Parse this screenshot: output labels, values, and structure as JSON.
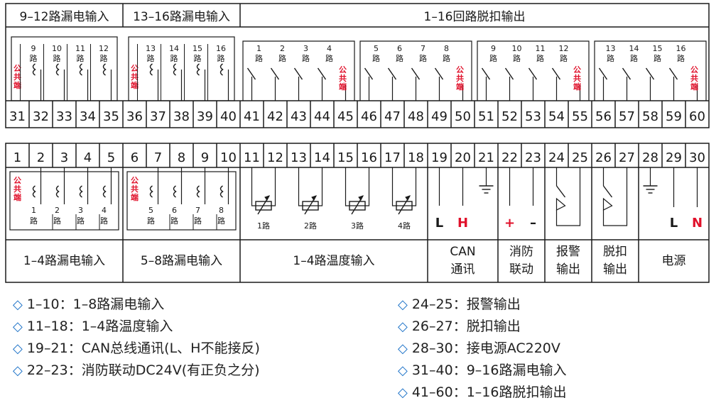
{
  "top": {
    "groups": [
      {
        "label": "9–12路漏电输入"
      },
      {
        "label": "13–16路漏电输入"
      },
      {
        "label": "1–16回路脱扣输出"
      }
    ],
    "terminals": [
      "31",
      "32",
      "33",
      "34",
      "35",
      "36",
      "37",
      "38",
      "39",
      "40",
      "41",
      "42",
      "43",
      "44",
      "45",
      "46",
      "47",
      "48",
      "49",
      "50",
      "51",
      "52",
      "53",
      "54",
      "55",
      "56",
      "57",
      "58",
      "59",
      "60"
    ],
    "leak_numbers": [
      "9",
      "10",
      "11",
      "12",
      "13",
      "14",
      "15",
      "16"
    ],
    "trip_numbers": [
      "1",
      "2",
      "3",
      "4",
      "5",
      "6",
      "7",
      "8",
      "9",
      "10",
      "11",
      "12",
      "13",
      "14",
      "15",
      "16"
    ],
    "route_char": "路",
    "common": [
      "公",
      "共",
      "端"
    ]
  },
  "bottom": {
    "terminals": [
      "1",
      "2",
      "3",
      "4",
      "5",
      "6",
      "7",
      "8",
      "9",
      "10",
      "11",
      "12",
      "13",
      "14",
      "15",
      "16",
      "17",
      "18",
      "19",
      "20",
      "21",
      "22",
      "23",
      "24",
      "25",
      "26",
      "27",
      "28",
      "29",
      "30"
    ],
    "leak_numbers": [
      "1",
      "2",
      "3",
      "4",
      "5",
      "6",
      "7",
      "8"
    ],
    "temp_labels": [
      "1路",
      "2路",
      "3路",
      "4路"
    ],
    "can_marks": [
      "L",
      "H"
    ],
    "fire_marks": [
      "+",
      "–"
    ],
    "power_marks": [
      "L",
      "N"
    ],
    "groups": [
      {
        "label": "1–4路漏电输入"
      },
      {
        "label": "5–8路漏电输入"
      },
      {
        "label": "1–4路温度输入"
      },
      {
        "label": "CAN\n通讯"
      },
      {
        "label": "消防\n联动"
      },
      {
        "label": "报警\n输出"
      },
      {
        "label": "脱扣\n输出"
      },
      {
        "label": "电源"
      }
    ]
  },
  "legend": {
    "left": [
      "1–10：1–8路漏电输入",
      "11–18：1–4路温度输入",
      "19–21：CAN总线通讯(L、H不能接反)",
      "22–23：消防联动DC24V(有正负之分)"
    ],
    "right": [
      "24–25：报警输出",
      "26–27：脱扣输出",
      "28–30：接电源AC220V",
      "31–40：9–16路漏电输入",
      "41–60：1–16路脱扣输出"
    ],
    "bullet": "◇"
  },
  "colors": {
    "line": "#1a1a1a",
    "red": "#e0102a",
    "blue": "#1e73c8"
  }
}
